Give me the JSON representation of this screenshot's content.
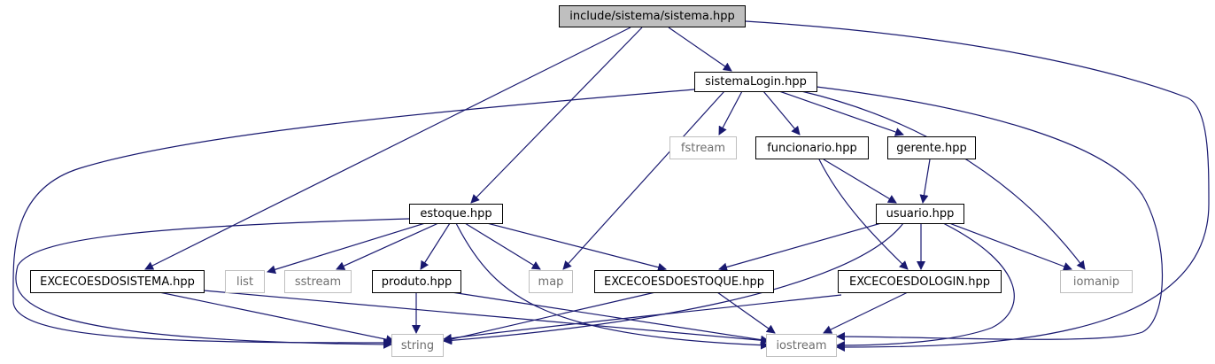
{
  "graph": {
    "colors": {
      "edge": "#191970",
      "node_border": "#000000",
      "root_fill": "#bfbfbf",
      "system_border": "#bfbfbf"
    },
    "nodes": {
      "sistema_hpp": "include/sistema/sistema.hpp",
      "sistemaLogin_hpp": "sistemaLogin.hpp",
      "fstream": "fstream",
      "funcionario_hpp": "funcionario.hpp",
      "gerente_hpp": "gerente.hpp",
      "estoque_hpp": "estoque.hpp",
      "usuario_hpp": "usuario.hpp",
      "EXCECOESDOSISTEMA_hpp": "EXCECOESDOSISTEMA.hpp",
      "list": "list",
      "sstream": "sstream",
      "produto_hpp": "produto.hpp",
      "map": "map",
      "EXCECOESDOESTOQUE_hpp": "EXCECOESDOESTOQUE.hpp",
      "EXCECOESDOLOGIN_hpp": "EXCECOESDOLOGIN.hpp",
      "iomanip": "iomanip",
      "string": "string",
      "iostream": "iostream"
    }
  }
}
